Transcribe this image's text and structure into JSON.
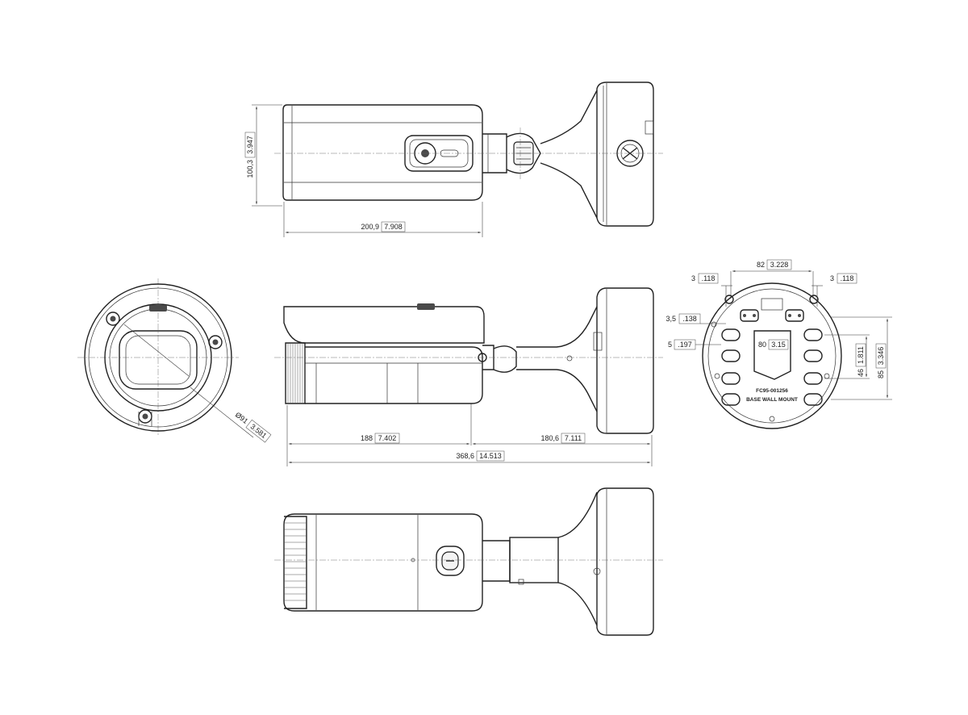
{
  "drawing": {
    "dimensions": {
      "top_height": {
        "mm": "100,3",
        "inch": "3.947"
      },
      "top_length": {
        "mm": "200,9",
        "inch": "7.908"
      },
      "front_diameter": {
        "mm": "Ø91",
        "inch": "3.581"
      },
      "side_front": {
        "mm": "188",
        "inch": "7.402"
      },
      "side_rear": {
        "mm": "180,6",
        "inch": "7.111"
      },
      "side_total": {
        "mm": "368,6",
        "inch": "14.513"
      },
      "base_width": {
        "mm": "82",
        "inch": "3.228"
      },
      "base_left_offset": {
        "mm": "3",
        "inch": ".118"
      },
      "base_right_offset": {
        "mm": "3",
        "inch": ".118"
      },
      "base_hole_top": {
        "mm": "3,5",
        "inch": ".138"
      },
      "base_hole_side": {
        "mm": "5",
        "inch": ".197"
      },
      "base_inner_width": {
        "mm": "80",
        "inch": "3.15"
      },
      "base_hole_spacing": {
        "mm": "46",
        "inch": "1.811"
      },
      "base_height": {
        "mm": "85",
        "inch": "3.346"
      }
    },
    "base_plate": {
      "part_number": "FC95-001256",
      "label": "BASE WALL MOUNT"
    }
  }
}
